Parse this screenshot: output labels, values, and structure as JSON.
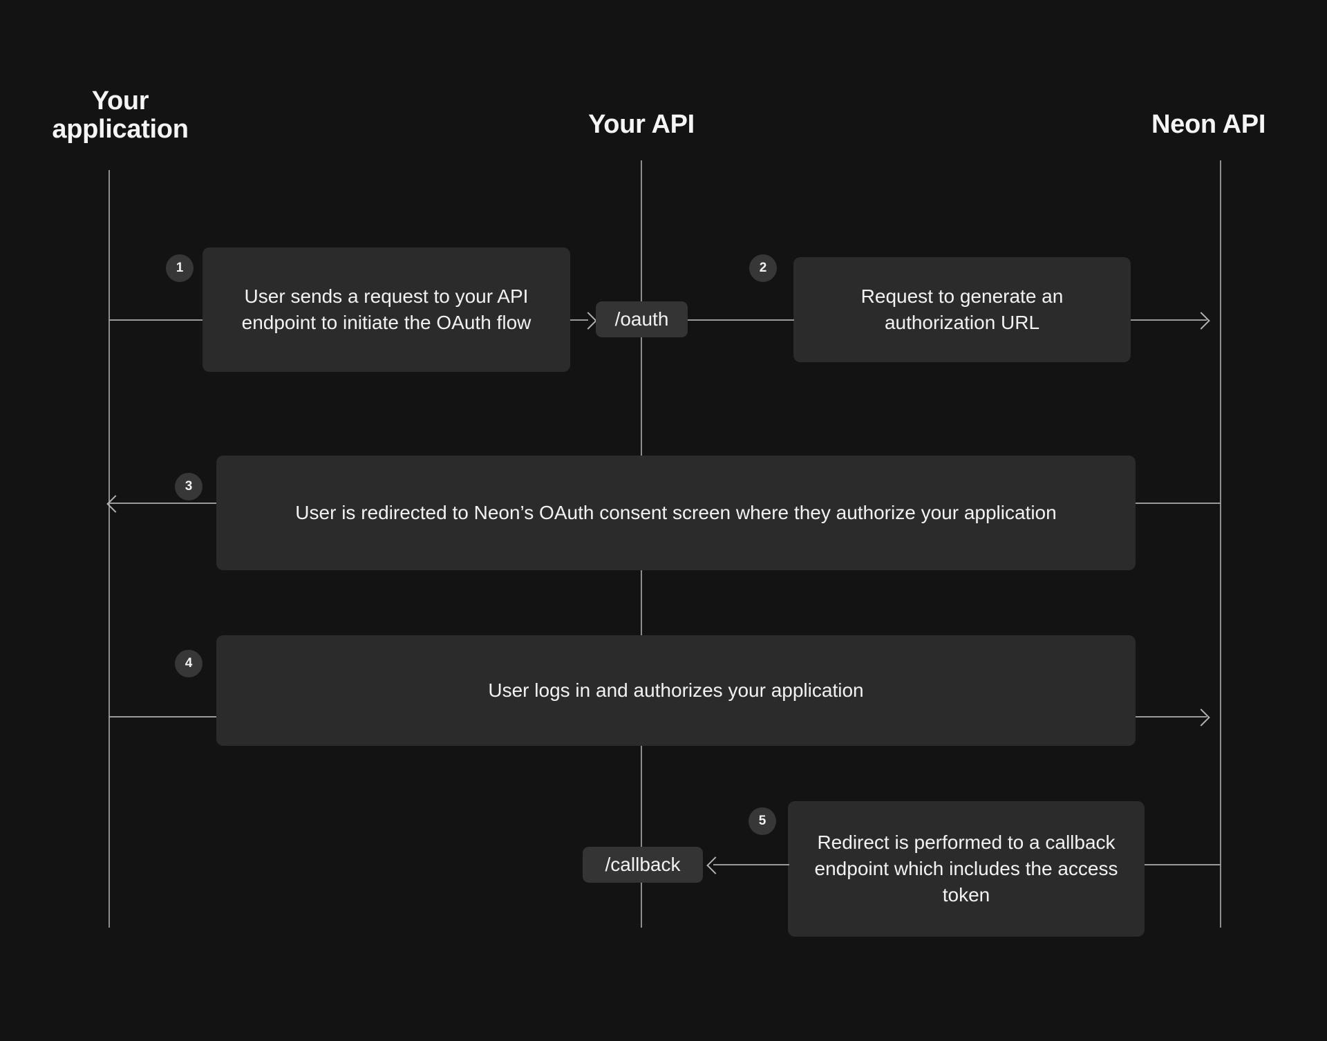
{
  "diagram": {
    "title": "Neon OAuth authorization flow sequence diagram",
    "background_color": "#131313",
    "box_color": "#2b2b2b",
    "line_color": "#9a9a9a",
    "text_color": "#f2f2f2"
  },
  "lanes": [
    {
      "id": "your-application",
      "label": "Your\napplication"
    },
    {
      "id": "your-api",
      "label": "Your API"
    },
    {
      "id": "neon-api",
      "label": "Neon API"
    }
  ],
  "steps": [
    {
      "number": "1",
      "text": "User sends a request to your API endpoint to initiate the OAuth flow",
      "from": "your-application",
      "to": "your-api"
    },
    {
      "number": "2",
      "text": "Request to generate an authorization URL",
      "from": "your-api",
      "to": "neon-api"
    },
    {
      "number": "3",
      "text": "User is redirected to Neon’s OAuth consent screen where they authorize your application",
      "from": "neon-api",
      "to": "your-application"
    },
    {
      "number": "4",
      "text": "User logs in and authorizes your application",
      "from": "your-application",
      "to": "neon-api"
    },
    {
      "number": "5",
      "text": "Redirect is performed to a callback endpoint which includes the access token",
      "from": "neon-api",
      "to": "your-api"
    }
  ],
  "endpoints": [
    {
      "id": "oauth-endpoint",
      "label": "/oauth"
    },
    {
      "id": "callback-endpoint",
      "label": "/callback"
    }
  ]
}
